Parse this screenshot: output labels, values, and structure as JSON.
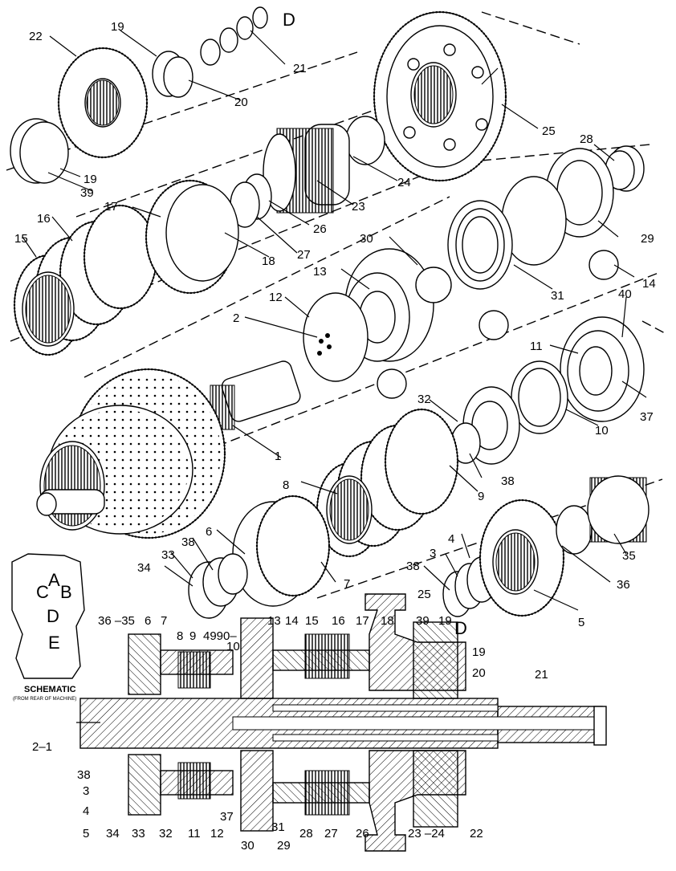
{
  "labels": {
    "l22": "22",
    "l19a": "19",
    "l21a": "21",
    "l20a": "20",
    "lD1": "D",
    "l25a": "25",
    "l19b": "19",
    "l39a": "39",
    "l24": "24",
    "l23a": "23",
    "l28a": "28",
    "l29a": "29",
    "l17a": "17",
    "l16a": "16",
    "l15a": "15",
    "l26a": "26",
    "l27a": "27",
    "l18a": "18",
    "l30a": "30",
    "l13a": "13",
    "l31a": "31",
    "l14a": "14",
    "l12a": "12",
    "l2": "2",
    "l40a": "40",
    "l11a": "11",
    "l37a": "37",
    "l10a": "10",
    "l32a": "32",
    "l1": "1",
    "l38a": "38",
    "l8a": "8",
    "l9a": "9",
    "l6a": "6",
    "l7a": "7",
    "l38b": "38",
    "l33a": "33",
    "l34a": "34",
    "l4a": "4",
    "l3a": "3",
    "l38c": "38",
    "l35a": "35",
    "l36a": "36",
    "l5a": "5",
    "lD2": "D"
  },
  "schematic": {
    "title": "SCHEMATIC",
    "subtitle": "(FROM REAR OF MACHINE)",
    "A": "A",
    "B": "B",
    "C": "C",
    "D": "D",
    "E": "E"
  },
  "section_labels": {
    "s36_35": "36 –35",
    "s6": "6",
    "s7": "7",
    "s8": "8",
    "s9": "9",
    "s4990": "4990–",
    "s10": "10",
    "s13": "13",
    "s14": "14",
    "s15": "15",
    "s16": "16",
    "s17": "17",
    "s18": "18",
    "s25": "25",
    "s39": "39",
    "s19a": "19",
    "s19b": "19",
    "s20": "20",
    "s21": "21",
    "s2_1": "2–1",
    "s38": "38",
    "s3": "3",
    "s4": "4",
    "s5": "5",
    "s34": "34",
    "s33": "33",
    "s32": "32",
    "s11": "11",
    "s12": "12",
    "s37": "37",
    "s30": "30",
    "s31": "31",
    "s29": "29",
    "s28": "28",
    "s27": "27",
    "s26": "26",
    "s23_24": "23 –24",
    "s22": "22"
  }
}
